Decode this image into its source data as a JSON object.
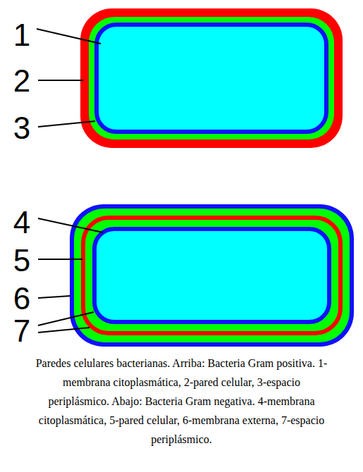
{
  "diagram": {
    "caption": "Paredes celulares bacterianas. Arriba: Bacteria Gram positiva. 1-membrana citoplasmática, 2-pared celular, 3-espacio periplásmico. Abajo: Bacteria Gram negativa. 4-membrana citoplasmática, 5-pared celular, 6-membrana externa, 7-espacio periplásmico.",
    "labels": [
      "1",
      "2",
      "3",
      "4",
      "5",
      "6",
      "7"
    ]
  }
}
